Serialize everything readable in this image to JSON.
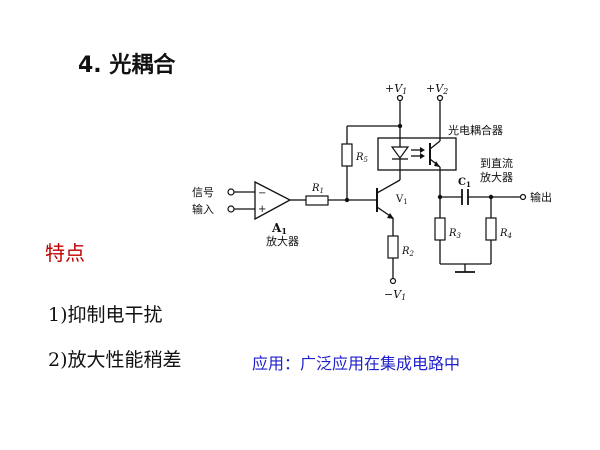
{
  "slide": {
    "title": "4. 光耦合",
    "features_heading": "特点",
    "points": [
      "1)抑制电干扰",
      "2)放大性能稍差"
    ],
    "application": "应用：广泛应用在集成电路中"
  },
  "circuit": {
    "input_label_1": "信号",
    "input_label_2": "输入",
    "amp_name": "A",
    "amp_name_sub": "1",
    "amp_desc": "放大器",
    "opamp_minus": "−",
    "opamp_plus": "+",
    "r1": "R",
    "r1_sub": "1",
    "r2": "R",
    "r2_sub": "2",
    "r3": "R",
    "r3_sub": "3",
    "r4": "R",
    "r4_sub": "4",
    "r5": "R",
    "r5_sub": "5",
    "v1": "V",
    "v1_sub": "1",
    "vcc1": "+V",
    "vcc1_sub": "1",
    "vcc2": "+V",
    "vcc2_sub": "2",
    "vee1": "−V",
    "vee1_sub": "1",
    "coupler_label": "光电耦合器",
    "dc_amp_1": "到直流",
    "dc_amp_2": "放大器",
    "c1": "C",
    "c1_sub": "1",
    "output_label": "输出"
  }
}
